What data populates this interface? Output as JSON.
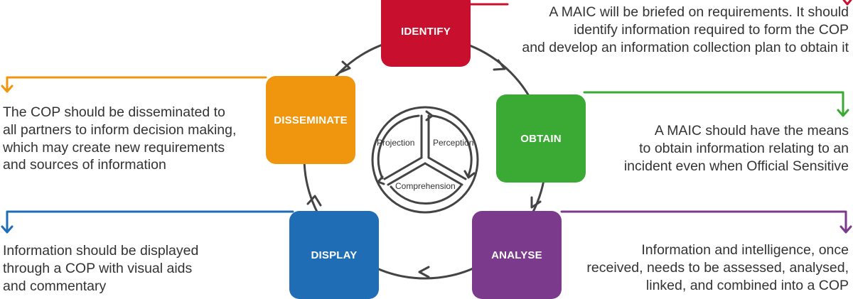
{
  "colors": {
    "identify": "#c8102e",
    "obtain": "#3aaa35",
    "analyse": "#7b3a8c",
    "display": "#1e6db5",
    "disseminate": "#f0960e",
    "cycle": "#444444"
  },
  "steps": {
    "identify": {
      "label": "IDENTIFY",
      "description": [
        "A MAIC will be briefed on requirements. It should",
        "identify information required to form the COP",
        "and develop an information collection plan to obtain it"
      ]
    },
    "obtain": {
      "label": "OBTAIN",
      "description": [
        "A MAIC should have the means",
        "to obtain information relating to an",
        "incident even when Official Sensitive"
      ]
    },
    "analyse": {
      "label": "ANALYSE",
      "description": [
        "Information and intelligence, once",
        "received, needs to be assessed, analysed,",
        "linked, and combined into a COP"
      ]
    },
    "display": {
      "label": "DISPLAY",
      "description": [
        "Information should be displayed",
        "through a COP with visual aids",
        "and commentary"
      ]
    },
    "disseminate": {
      "label": "DISSEMINATE",
      "description": [
        "The COP should be disseminated to",
        "all partners to inform decision making,",
        "which may create new requirements",
        "and sources of information"
      ]
    }
  },
  "center": {
    "perception": "Perception",
    "comprehension": "Comprehension",
    "projection": "Projection"
  }
}
